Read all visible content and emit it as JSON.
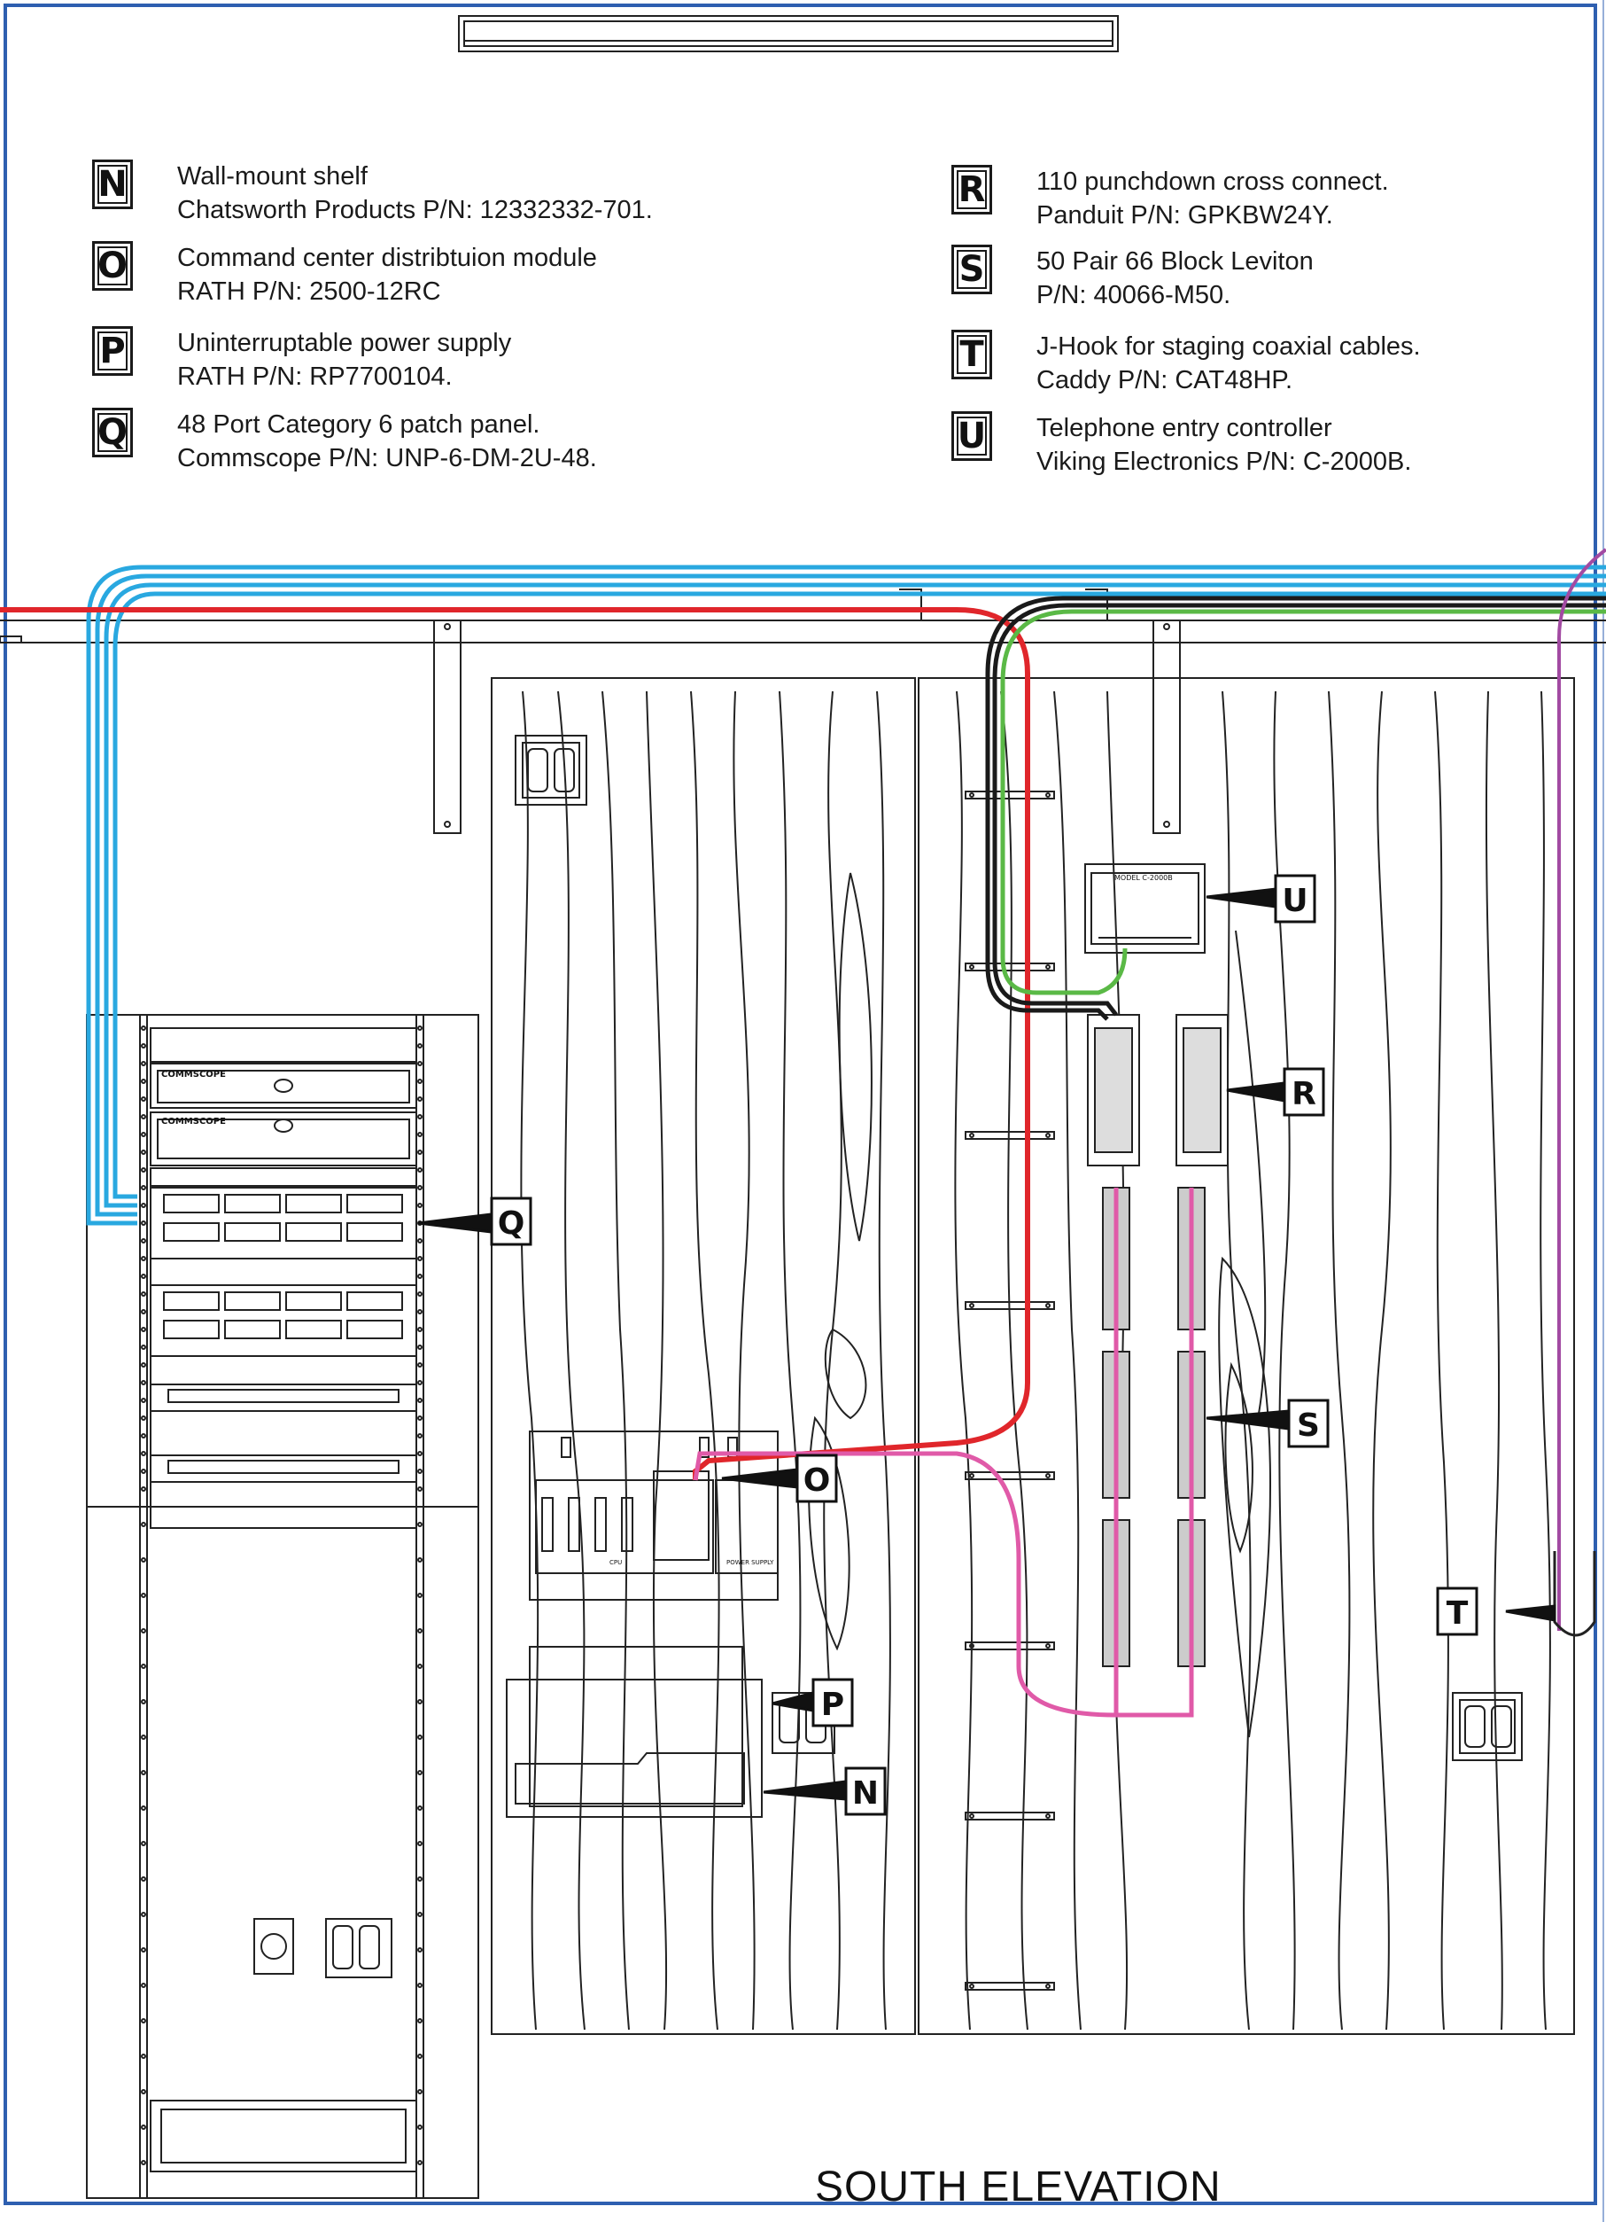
{
  "legend": [
    {
      "letter": "N",
      "line1": "Wall-mount shelf",
      "line2": "Chatsworth Products P/N: 12332332-701."
    },
    {
      "letter": "O",
      "line1": "Command center distribtuion module",
      "line2": "RATH P/N: 2500-12RC"
    },
    {
      "letter": "P",
      "line1": "Uninterruptable power supply",
      "line2": "RATH P/N: RP7700104."
    },
    {
      "letter": "Q",
      "line1": "48 Port Category 6 patch panel.",
      "line2": "Commscope P/N: UNP-6-DM-2U-48."
    },
    {
      "letter": "R",
      "line1": "110 punchdown cross connect.",
      "line2": "Panduit P/N: GPKBW24Y."
    },
    {
      "letter": "S",
      "line1": "50 Pair 66 Block Leviton",
      "line2": "P/N: 40066-M50."
    },
    {
      "letter": "T",
      "line1": "J-Hook for staging coaxial cables.",
      "line2": "Caddy P/N: CAT48HP."
    },
    {
      "letter": "U",
      "line1": "Telephone entry controller",
      "line2": "Viking Electronics P/N: C-2000B."
    }
  ],
  "callouts": {
    "Q": "Q",
    "O": "O",
    "P": "P",
    "N": "N",
    "U": "U",
    "R": "R",
    "S": "S",
    "T": "T"
  },
  "equipment_labels": {
    "rack_brand_1": "COMMSCOPE",
    "rack_brand_2": "COMMSCOPE",
    "cpu_label": "CPU",
    "power_supply_label": "POWER SUPPLY",
    "controller_label": "MODEL C-2000B"
  },
  "title": "SOUTH ELEVATION",
  "colors": {
    "border": "#2e5fb0",
    "blue_cable": "#29a8e0",
    "red_cable": "#e0262b",
    "black_cable": "#1a1a1a",
    "green_cable": "#5ab946",
    "pink_cable": "#e05aa8",
    "purple_cable": "#a24aa2"
  }
}
